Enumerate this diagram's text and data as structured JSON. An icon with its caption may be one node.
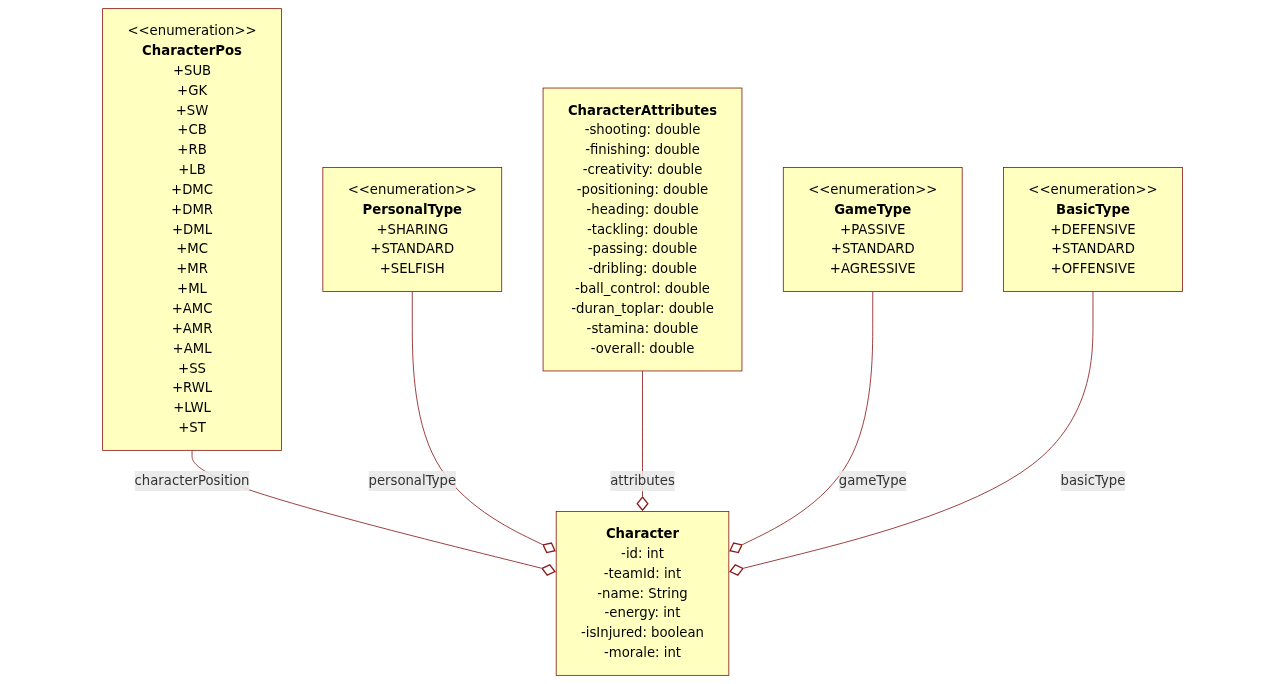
{
  "diagram": {
    "nodes": [
      {
        "text": [
          "Character",
          "-id: int",
          "-teamId: int",
          "-name: String",
          "-energy: int",
          "-isInjured: boolean",
          "-morale: int"
        ]
      },
      {
        "text": [
          "<<enumeration>>",
          "PersonalType",
          "+SHARING",
          "+STANDARD",
          "+SELFISH"
        ]
      },
      {
        "text": [
          "<<enumeration>>",
          "CharacterPos",
          "+SUB",
          "+GK",
          "+SW",
          "+CB",
          "+RB",
          "+LB",
          "+DMC",
          "+DMR",
          "+DML",
          "+MC",
          "+MR",
          "+ML",
          "+AMC",
          "+AMR",
          "+AML",
          "+SS",
          "+RWL",
          "+LWL",
          "+ST"
        ]
      },
      {
        "text": [
          "<<enumeration>>",
          "GameType",
          "+PASSIVE",
          "+STANDARD",
          "+AGRESSIVE"
        ]
      },
      {
        "text": [
          "CharacterAttributes",
          "-shooting: double",
          "-finishing: double",
          "-creativity: double",
          "-positioning: double",
          "-heading: double",
          "-tackling: double",
          "-passing: double",
          "-dribling: double",
          "-ball_control: double",
          "-duran_toplar: double",
          "-stamina: double",
          "-overall: double"
        ]
      },
      {
        "text": [
          "<<enumeration>>",
          "BasicType",
          "+DEFENSIVE",
          "+STANDARD",
          "+OFFENSIVE"
        ]
      }
    ],
    "edges": [
      {
        "from": 2,
        "to": 0,
        "arrow": "other",
        "label": "characterPosition"
      },
      {
        "from": 1,
        "to": 0,
        "arrow": "other",
        "label": "personalType"
      },
      {
        "from": 4,
        "to": 0,
        "arrow": "other",
        "label": "attributes"
      },
      {
        "from": 3,
        "to": 0,
        "arrow": "other",
        "label": "gameType"
      },
      {
        "from": 5,
        "to": 0,
        "arrow": "other",
        "label": "basicType"
      }
    ]
  }
}
